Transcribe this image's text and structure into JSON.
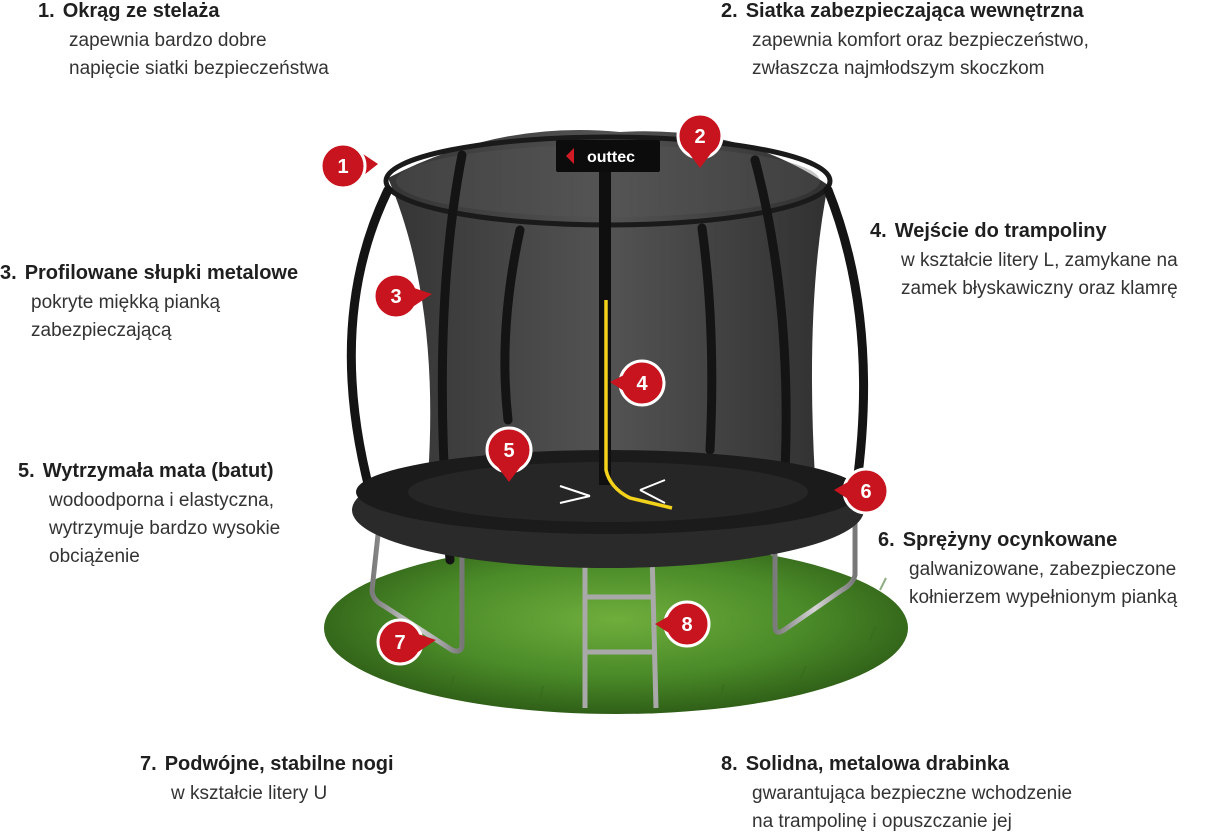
{
  "features": [
    {
      "num": "1.",
      "title": "Okrąg ze stelaża",
      "desc": [
        "zapewnia bardzo dobre",
        "napięcie siatki bezpieczeństwa"
      ]
    },
    {
      "num": "2.",
      "title": "Siatka zabezpieczająca wewnętrzna",
      "desc": [
        "zapewnia komfort oraz bezpieczeństwo,",
        "zwłaszcza najmłodszym skoczkom"
      ]
    },
    {
      "num": "3.",
      "title": "Profilowane słupki metalowe",
      "desc": [
        "pokryte miękką pianką",
        "zabezpieczającą"
      ]
    },
    {
      "num": "4.",
      "title": "Wejście do trampoliny",
      "desc": [
        "w kształcie litery L, zamykane na",
        "zamek błyskawiczny oraz klamrę"
      ]
    },
    {
      "num": "5.",
      "title": "Wytrzymała mata (batut)",
      "desc": [
        "wodoodporna i elastyczna,",
        "wytrzymuje bardzo wysokie",
        "obciążenie"
      ]
    },
    {
      "num": "6.",
      "title": "Sprężyny ocynkowane",
      "desc": [
        "galwanizowane, zabezpieczone",
        "kołnierzem wypełnionym pianką"
      ]
    },
    {
      "num": "7.",
      "title": "Podwójne, stabilne nogi",
      "desc": [
        "w kształcie litery U"
      ]
    },
    {
      "num": "8.",
      "title": "Solidna, metalowa drabinka",
      "desc": [
        "gwarantująca bezpieczne wchodzenie",
        "na trampolinę i opuszczanie jej"
      ]
    }
  ],
  "logo": "outtec",
  "markers": [
    "1",
    "2",
    "3",
    "4",
    "5",
    "6",
    "7",
    "8"
  ],
  "colors": {
    "marker": "#c8141e",
    "grass": "#3f7f22",
    "net": "#2b2b2b",
    "mat": "#1e1e1e",
    "zipper": "#f2d21a"
  }
}
